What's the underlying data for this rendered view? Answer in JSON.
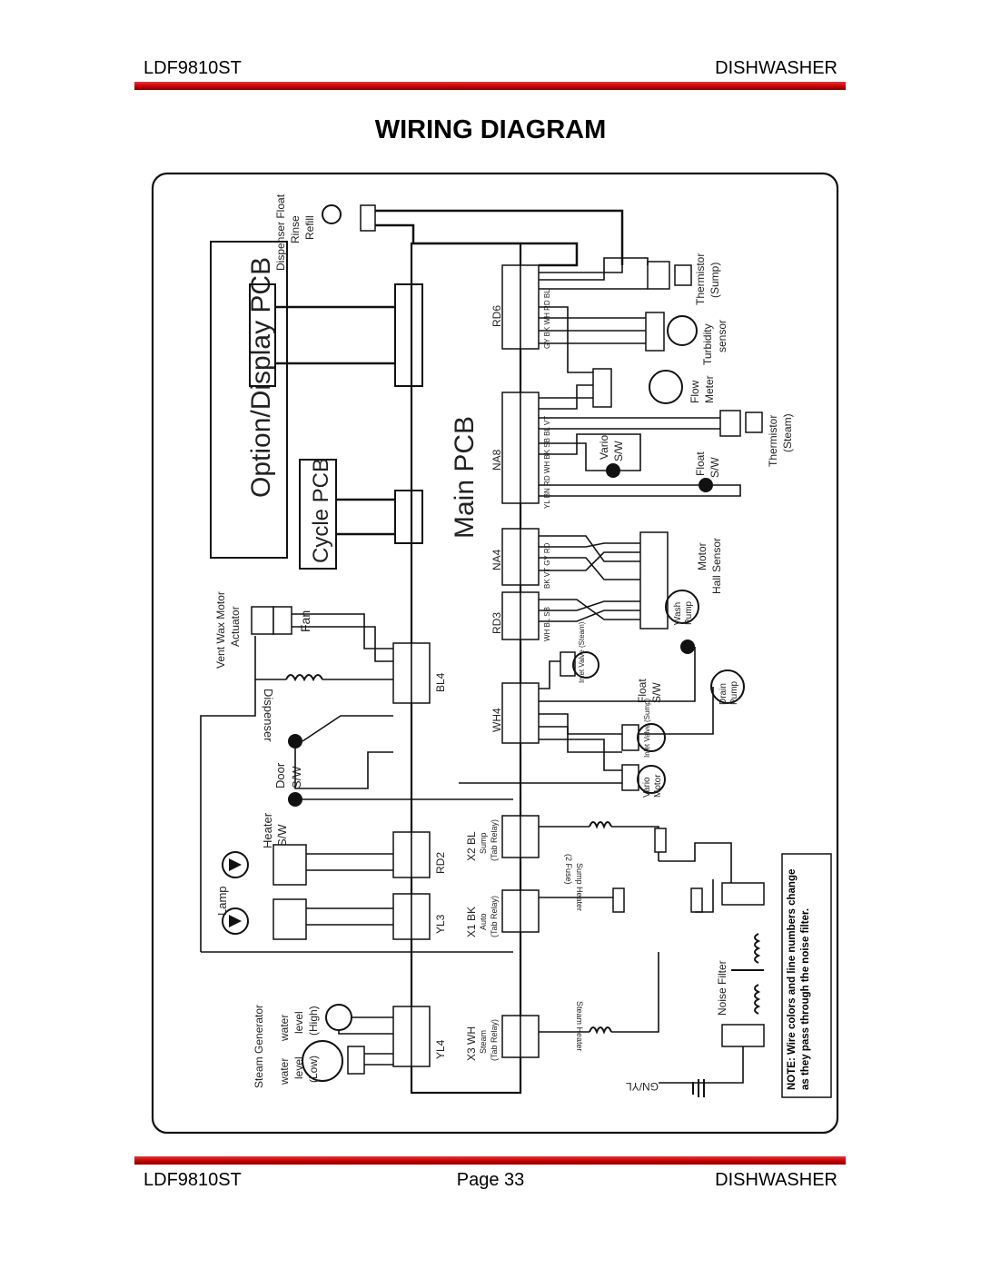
{
  "header": {
    "model": "LDF9810ST",
    "product": "DISHWASHER"
  },
  "title": "WIRING DIAGRAM",
  "diagram": {
    "option_pcb": "Option/Display PCB",
    "cycle_pcb": "Cycle PCB",
    "main_pcb": "Main PCB",
    "dispenser_float": "Dispenser Float",
    "rinse": "Rinse",
    "refill": "Refill",
    "thermistor_sump": "Thermistor",
    "thermistor_sump2": "(Sump)",
    "turbidity": "Turbidity",
    "turbidity2": "sensor",
    "flow": "Flow",
    "flow2": "Meter",
    "thermistor_steam": "Thermistor",
    "thermistor_steam2": "(Steam)",
    "vario_sw": "Vario",
    "vario_sw2": "S/W",
    "float_sw": "Float",
    "float_sw2": "S/W",
    "motor_hall": "Motor",
    "motor_hall2": "Hall Sensor",
    "wash_pump": "Wash",
    "wash_pump2": "Pump",
    "inlet_valve_steam": "Inlet Valve (Steam)",
    "float_sw_b": "Float",
    "float_sw_b2": "S/W",
    "drain_pump": "Drain",
    "drain_pump2": "Pump",
    "inlet_valve_sump": "Inlet Valve (Sump)",
    "vario_motor": "Vario",
    "vario_motor2": "Motor",
    "vent_wax_motor": "Vent Wax Motor",
    "actuator": "Actuator",
    "fan": "Fan",
    "dispenser": "Dispenser",
    "door_sw": "Door",
    "door_sw2": "S/W",
    "heater_sw": "Heater",
    "heater_sw2": "S/W",
    "lamp": "Lamp",
    "steam_generator": "Steam Generator",
    "water_high": "water",
    "level_high": "level",
    "high": "(High)",
    "water_low": "water",
    "level_low": "level",
    "low": "(Low)",
    "sump_heater": "Sump Heater",
    "sump_fuse": "(2 Fuse)",
    "steam_heater": "Steam Heater",
    "noise_filter": "Noise Filter",
    "note": "NOTE: Wire colors and line numbers change as they pass through the noise filter.",
    "gnyl": "GN/YL",
    "connectors": {
      "rd6": "RD6",
      "na8": "NA8",
      "na4": "NA4",
      "rd3": "RD3",
      "wh4": "WH4",
      "bl4": "BL4",
      "rd2": "RD2",
      "yl3": "YL3",
      "yl4": "YL4"
    },
    "relays": {
      "x2": "X2 BL",
      "x2a": "Sump",
      "x2b": "(Tab Relay)",
      "x1": "X1 BK",
      "x1a": "Auto",
      "x1b": "(Tab Relay)",
      "x3": "X3 WH",
      "x3a": "Steam",
      "x3b": "(Tab Relay)"
    },
    "wire_codes": {
      "rd6": "GY BK WH RD BL",
      "na8": "YL BN RD WH BK SB BL VT",
      "na4": "BK VT GY RD",
      "rd3": "WH BL SB"
    }
  },
  "footer": {
    "model": "LDF9810ST",
    "page": "Page 33",
    "product": "DISHWASHER"
  }
}
